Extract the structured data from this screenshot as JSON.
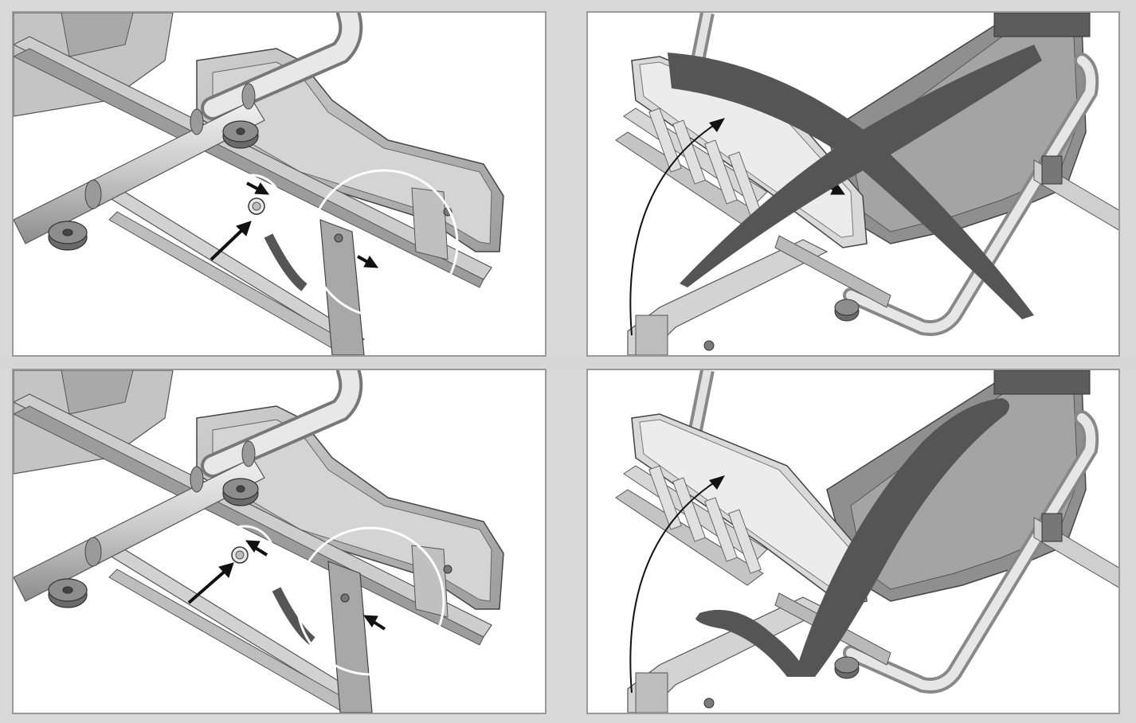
{
  "figure": {
    "panels": [
      {
        "id": "top-left",
        "shows": "frame-with-pin-detail",
        "state": "pin-engaged"
      },
      {
        "id": "top-right",
        "shows": "pad-rotated",
        "verdict": "incorrect",
        "mark": "cross-mark"
      },
      {
        "id": "bottom-left",
        "shows": "frame-with-pin-detail",
        "state": "pin-released"
      },
      {
        "id": "bottom-right",
        "shows": "pad-rotated",
        "verdict": "correct",
        "mark": "check-mark"
      }
    ],
    "colors": {
      "background": "#d9d9d9",
      "panel_border": "#9a9a9a",
      "metal_light": "#e4e4e4",
      "metal_mid": "#b8b8b8",
      "metal_dark": "#8a8a8a",
      "pad_dark": "#5a5a5a",
      "mark": "#555555",
      "arrow": "#111111",
      "highlight_circle": "#ffffff"
    }
  }
}
